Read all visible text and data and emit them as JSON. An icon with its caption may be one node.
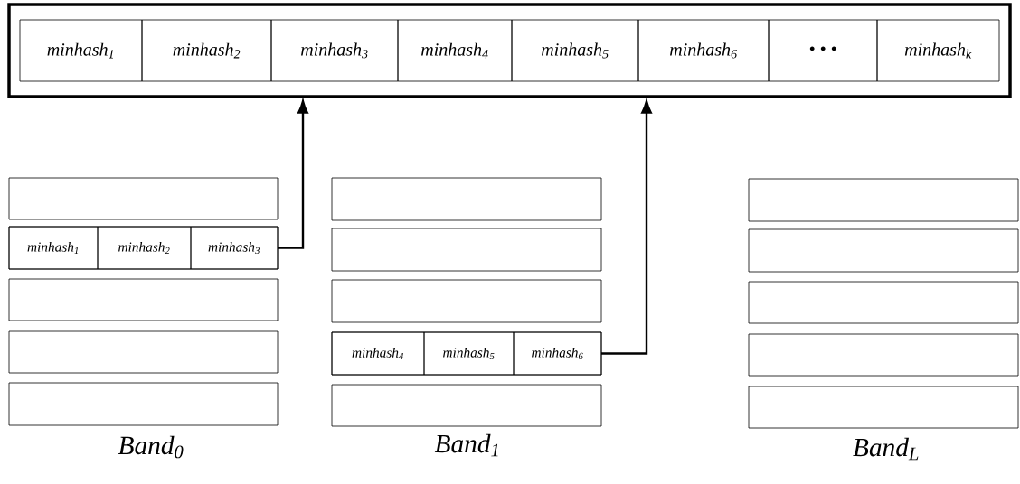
{
  "diagram": {
    "nodes": [
      {
        "text": [],
        "shape": "box"
      },
      {
        "text": [
          "minhash$_{1}$"
        ],
        "in": 0
      },
      {
        "text": [
          "minhash$_{2}$"
        ],
        "in": 0
      },
      {
        "text": [
          "minhash$_{3}$"
        ],
        "in": 0
      },
      {
        "text": [
          "minhash$_{4}$"
        ],
        "in": 0
      },
      {
        "text": [
          "minhash$_{5}$"
        ],
        "in": 0
      },
      {
        "text": [
          "minhash$_{6}$"
        ],
        "in": 0
      },
      {
        "text": [
          "• • •"
        ],
        "in": 0
      },
      {
        "text": [
          "minhash$_{k}$"
        ],
        "in": 0
      },
      {
        "text": [],
        "shape": "box"
      },
      {
        "text": [],
        "shape": "box"
      },
      {
        "text": [
          "minhash$_{1}$"
        ],
        "in": 10
      },
      {
        "text": [
          "minhash$_{2}$"
        ],
        "in": 10
      },
      {
        "text": [
          "minhash$_{3}$"
        ],
        "in": 10
      },
      {
        "text": [],
        "shape": "box"
      },
      {
        "text": [],
        "shape": "box"
      },
      {
        "text": [],
        "shape": "box"
      },
      {
        "text": [],
        "shape": "box"
      },
      {
        "text": [],
        "shape": "box"
      },
      {
        "text": [],
        "shape": "box"
      },
      {
        "text": [],
        "shape": "box"
      },
      {
        "text": [
          "minhash$_{4}$"
        ],
        "in": 20
      },
      {
        "text": [
          "minhash$_{5}$"
        ],
        "in": 20
      },
      {
        "text": [
          "minhash$_{6}$"
        ],
        "in": 20
      },
      {
        "text": [],
        "shape": "box"
      },
      {
        "text": [],
        "shape": "box"
      },
      {
        "text": [],
        "shape": "box"
      },
      {
        "text": [],
        "shape": "box"
      },
      {
        "text": [],
        "shape": "box"
      },
      {
        "text": [],
        "shape": "box"
      }
    ],
    "edges": [
      {
        "from": 13,
        "to": 0,
        "arrow": "to"
      },
      {
        "from": 23,
        "to": 0,
        "arrow": "to"
      }
    ],
    "labels": [
      "Band$_{0}$",
      "Band$_{1}$",
      "Band$_{L}$"
    ]
  }
}
